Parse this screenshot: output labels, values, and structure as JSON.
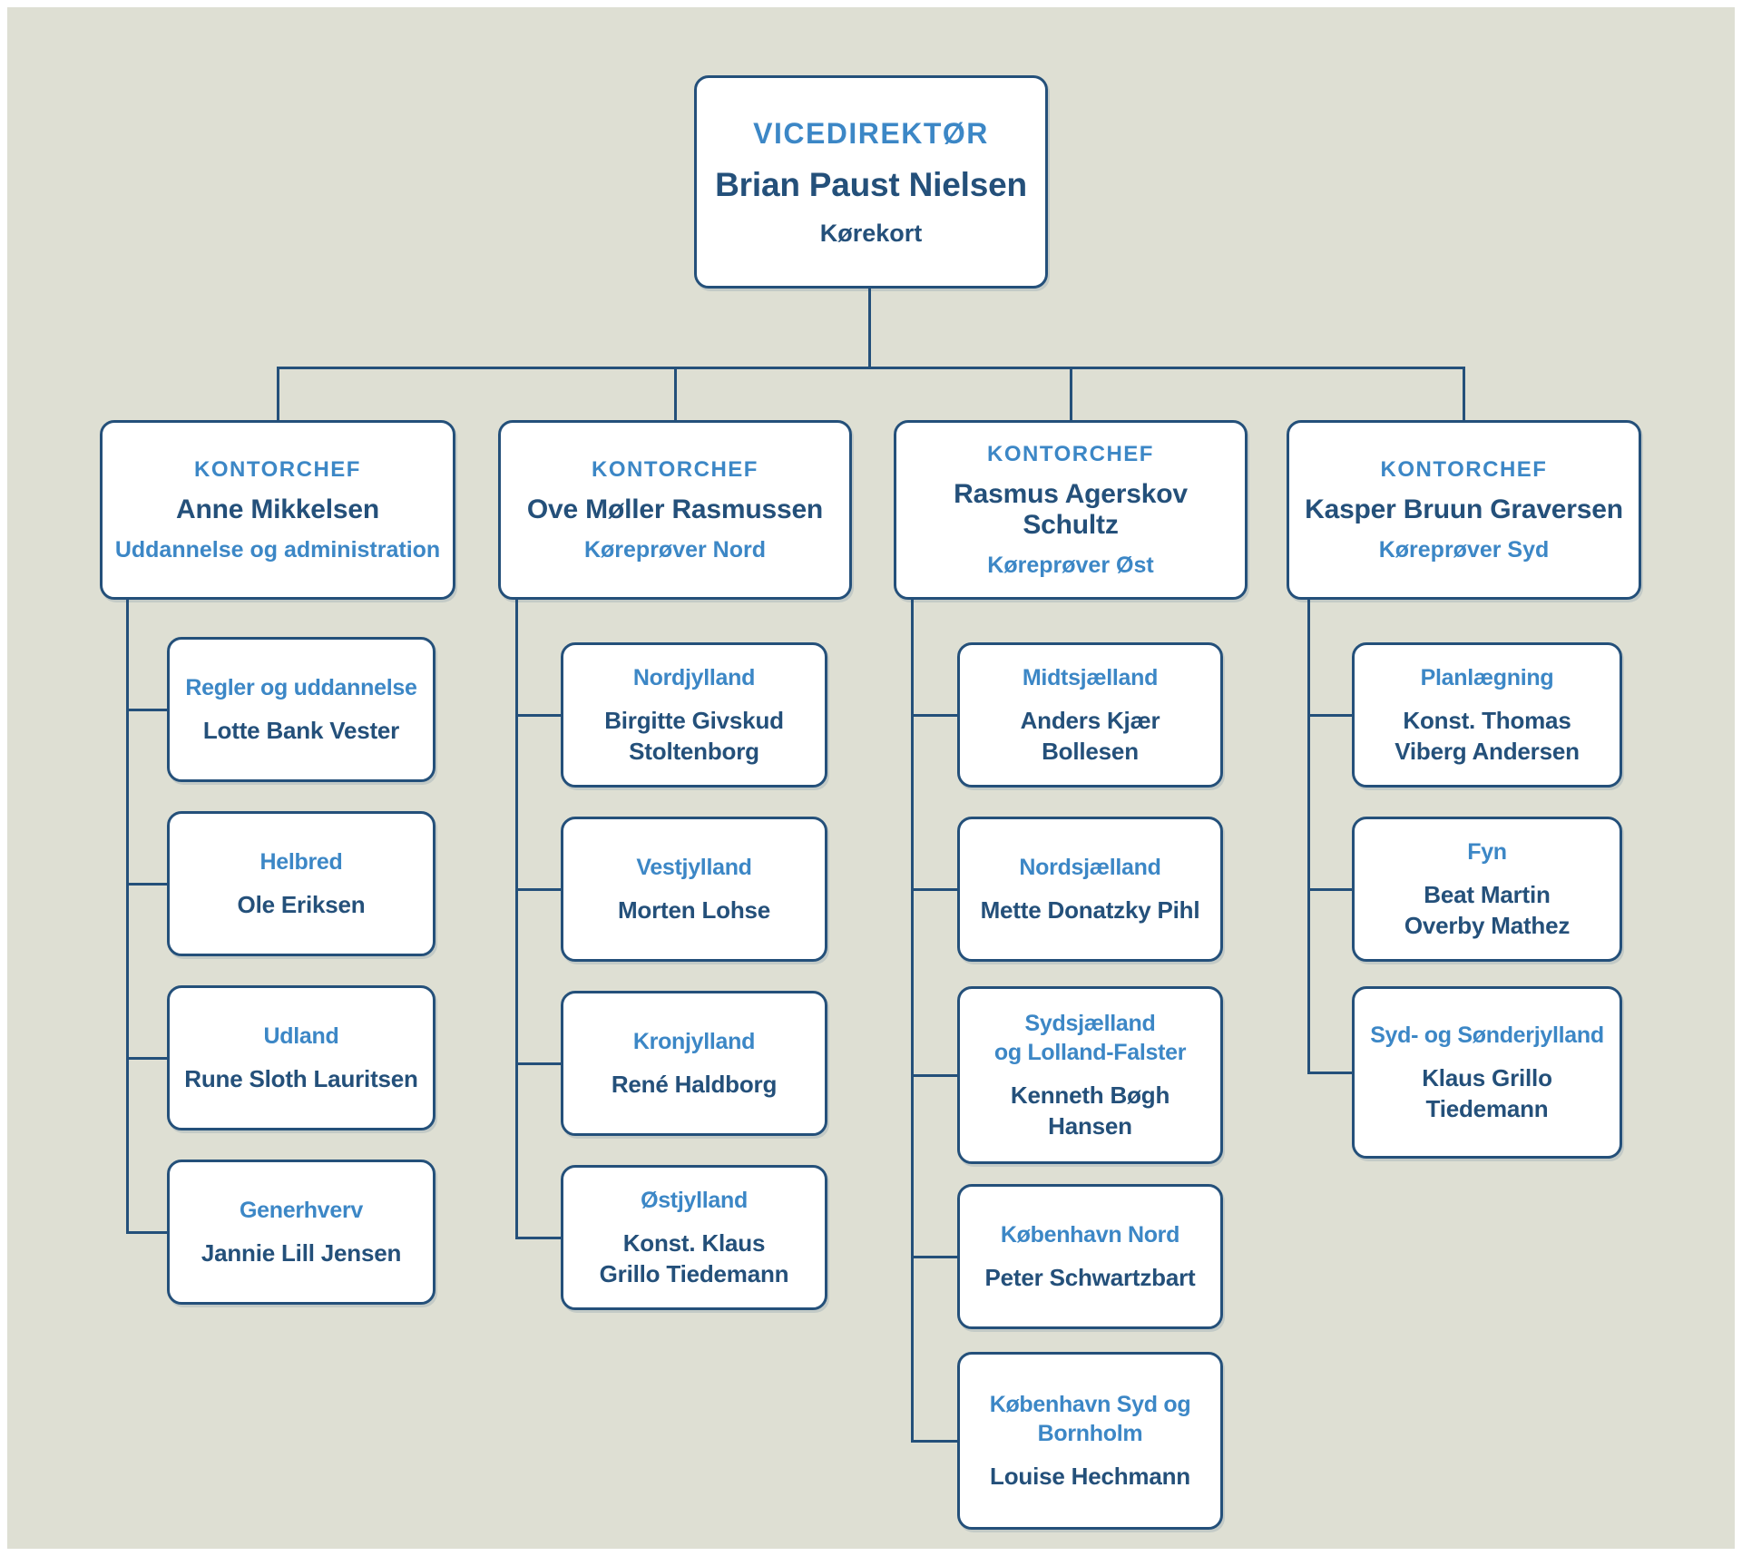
{
  "palette": {
    "background": "#DEDFD3",
    "box_fill": "#FFFFFF",
    "line_and_border": "#24507A",
    "title_blue": "#3C87C6",
    "name_navy": "#24507A"
  },
  "root": {
    "role": "VICEDIREKTØR",
    "name": "Brian Paust Nielsen",
    "unit": "Kørekort"
  },
  "columns": [
    {
      "role": "KONTORCHEF",
      "name": "Anne Mikkelsen",
      "unit": "Uddannelse og administration",
      "children": [
        {
          "title": "Regler og uddannelse",
          "name": "Lotte Bank Vester"
        },
        {
          "title": "Helbred",
          "name": "Ole Eriksen"
        },
        {
          "title": "Udland",
          "name": "Rune Sloth Lauritsen"
        },
        {
          "title": "Generhverv",
          "name": "Jannie Lill Jensen"
        }
      ]
    },
    {
      "role": "KONTORCHEF",
      "name": "Ove Møller Rasmussen",
      "unit": "Køreprøver Nord",
      "children": [
        {
          "title": "Nordjylland",
          "name": "Birgitte Givskud\nStoltenborg"
        },
        {
          "title": "Vestjylland",
          "name": "Morten Lohse"
        },
        {
          "title": "Kronjylland",
          "name": "René Haldborg"
        },
        {
          "title": "Østjylland",
          "name": "Konst. Klaus\nGrillo Tiedemann"
        }
      ]
    },
    {
      "role": "KONTORCHEF",
      "name": "Rasmus Agerskov Schultz",
      "unit": "Køreprøver Øst",
      "children": [
        {
          "title": "Midtsjælland",
          "name": "Anders Kjær Bollesen"
        },
        {
          "title": "Nordsjælland",
          "name": "Mette Donatzky Pihl"
        },
        {
          "title": "Sydsjælland\nog Lolland-Falster",
          "name": "Kenneth Bøgh Hansen"
        },
        {
          "title": "København Nord",
          "name": "Peter Schwartzbart"
        },
        {
          "title": "København Syd og\nBornholm",
          "name": "Louise Hechmann"
        }
      ]
    },
    {
      "role": "KONTORCHEF",
      "name": "Kasper Bruun Graversen",
      "unit": "Køreprøver Syd",
      "children": [
        {
          "title": "Planlægning",
          "name": "Konst. Thomas\nViberg Andersen"
        },
        {
          "title": "Fyn",
          "name": "Beat Martin\nOverby Mathez"
        },
        {
          "title": "Syd- og Sønderjylland",
          "name": "Klaus Grillo\nTiedemann"
        }
      ]
    }
  ]
}
